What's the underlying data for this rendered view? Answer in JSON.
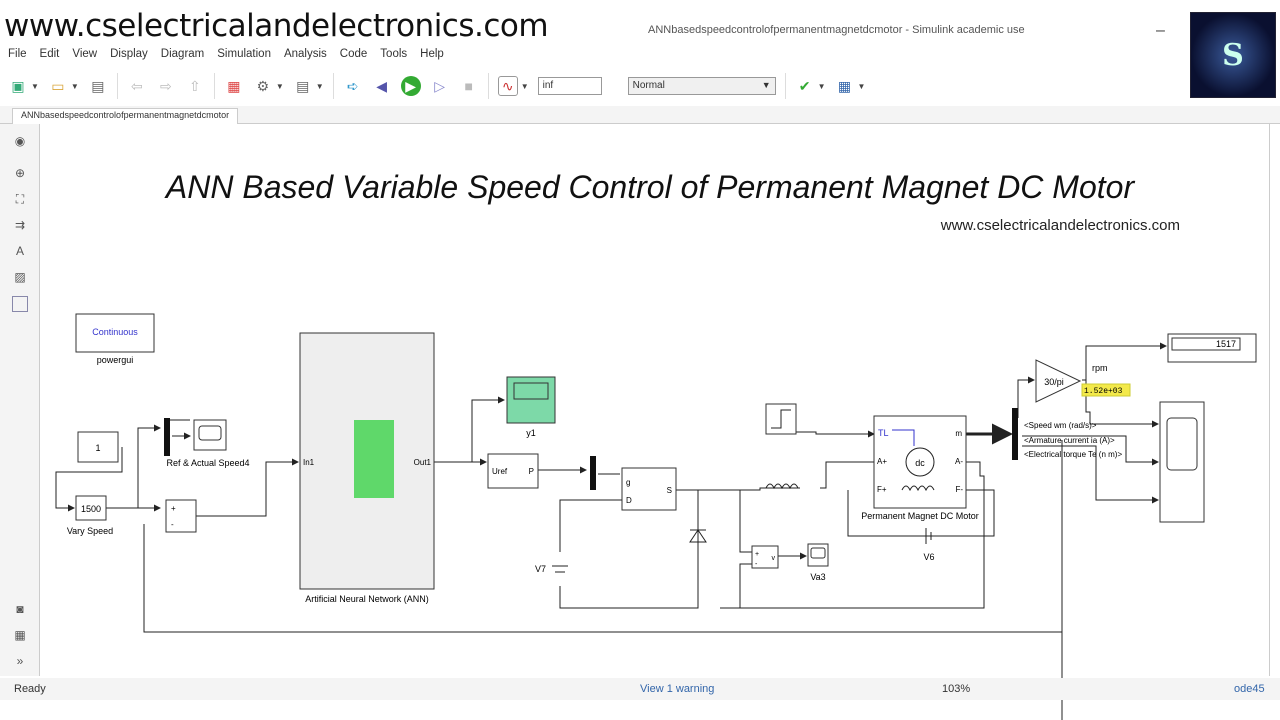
{
  "watermark": "www.cselectricalandelectronics.com",
  "window": {
    "title": "ANNbasedspeedcontrolofpermanentmagnetdcmotor - Simulink academic use",
    "logo_text": "S"
  },
  "menu": [
    "File",
    "Edit",
    "View",
    "Display",
    "Diagram",
    "Simulation",
    "Analysis",
    "Code",
    "Tools",
    "Help"
  ],
  "toolbar": {
    "stop_time": "inf",
    "sim_mode": "Normal"
  },
  "tab": "ANNbasedspeedcontrolofpermanentmagnetdcmotor",
  "diagram": {
    "title": "ANN Based Variable Speed Control of Permanent Magnet DC Motor",
    "subtitle": "www.cselectricalandelectronics.com",
    "powergui": {
      "mode": "Continuous",
      "label": "powergui"
    },
    "const1": "1",
    "vary_speed": {
      "value": "1500",
      "label": "Vary Speed"
    },
    "scope_ref": "Ref & Actual Speed4",
    "sum_plus": "+",
    "sum_minus": "-",
    "ann": {
      "in": "In1",
      "out": "Out1",
      "label": "Artificial Neural Network (ANN)"
    },
    "scope_y1": "y1",
    "pwm": {
      "in": "Uref",
      "out": "P"
    },
    "mosfet": {
      "g": "g",
      "d": "D",
      "s": "S"
    },
    "v7": "V7",
    "vmeas": {
      "plus": "+",
      "minus": "-",
      "out": "v"
    },
    "scope_va3": "Va3",
    "motor": {
      "tl": "TL",
      "m": "m",
      "ap": "A+",
      "am": "A-",
      "fp": "F+",
      "fm": "F-",
      "dc": "dc",
      "label": "Permanent Magnet DC Motor"
    },
    "v6": "V6",
    "gain": "30/pi",
    "rpm_label": "rpm",
    "probe_value": "1.52e+03",
    "display_value": "1517",
    "signals": [
      "<Speed wm (rad/s)>",
      "<Armature current ia (A)>",
      "<Electrical torque Te (n m)>"
    ]
  },
  "status": {
    "left": "Ready",
    "warning": "View 1 warning",
    "zoom": "103%",
    "solver": "ode45"
  }
}
